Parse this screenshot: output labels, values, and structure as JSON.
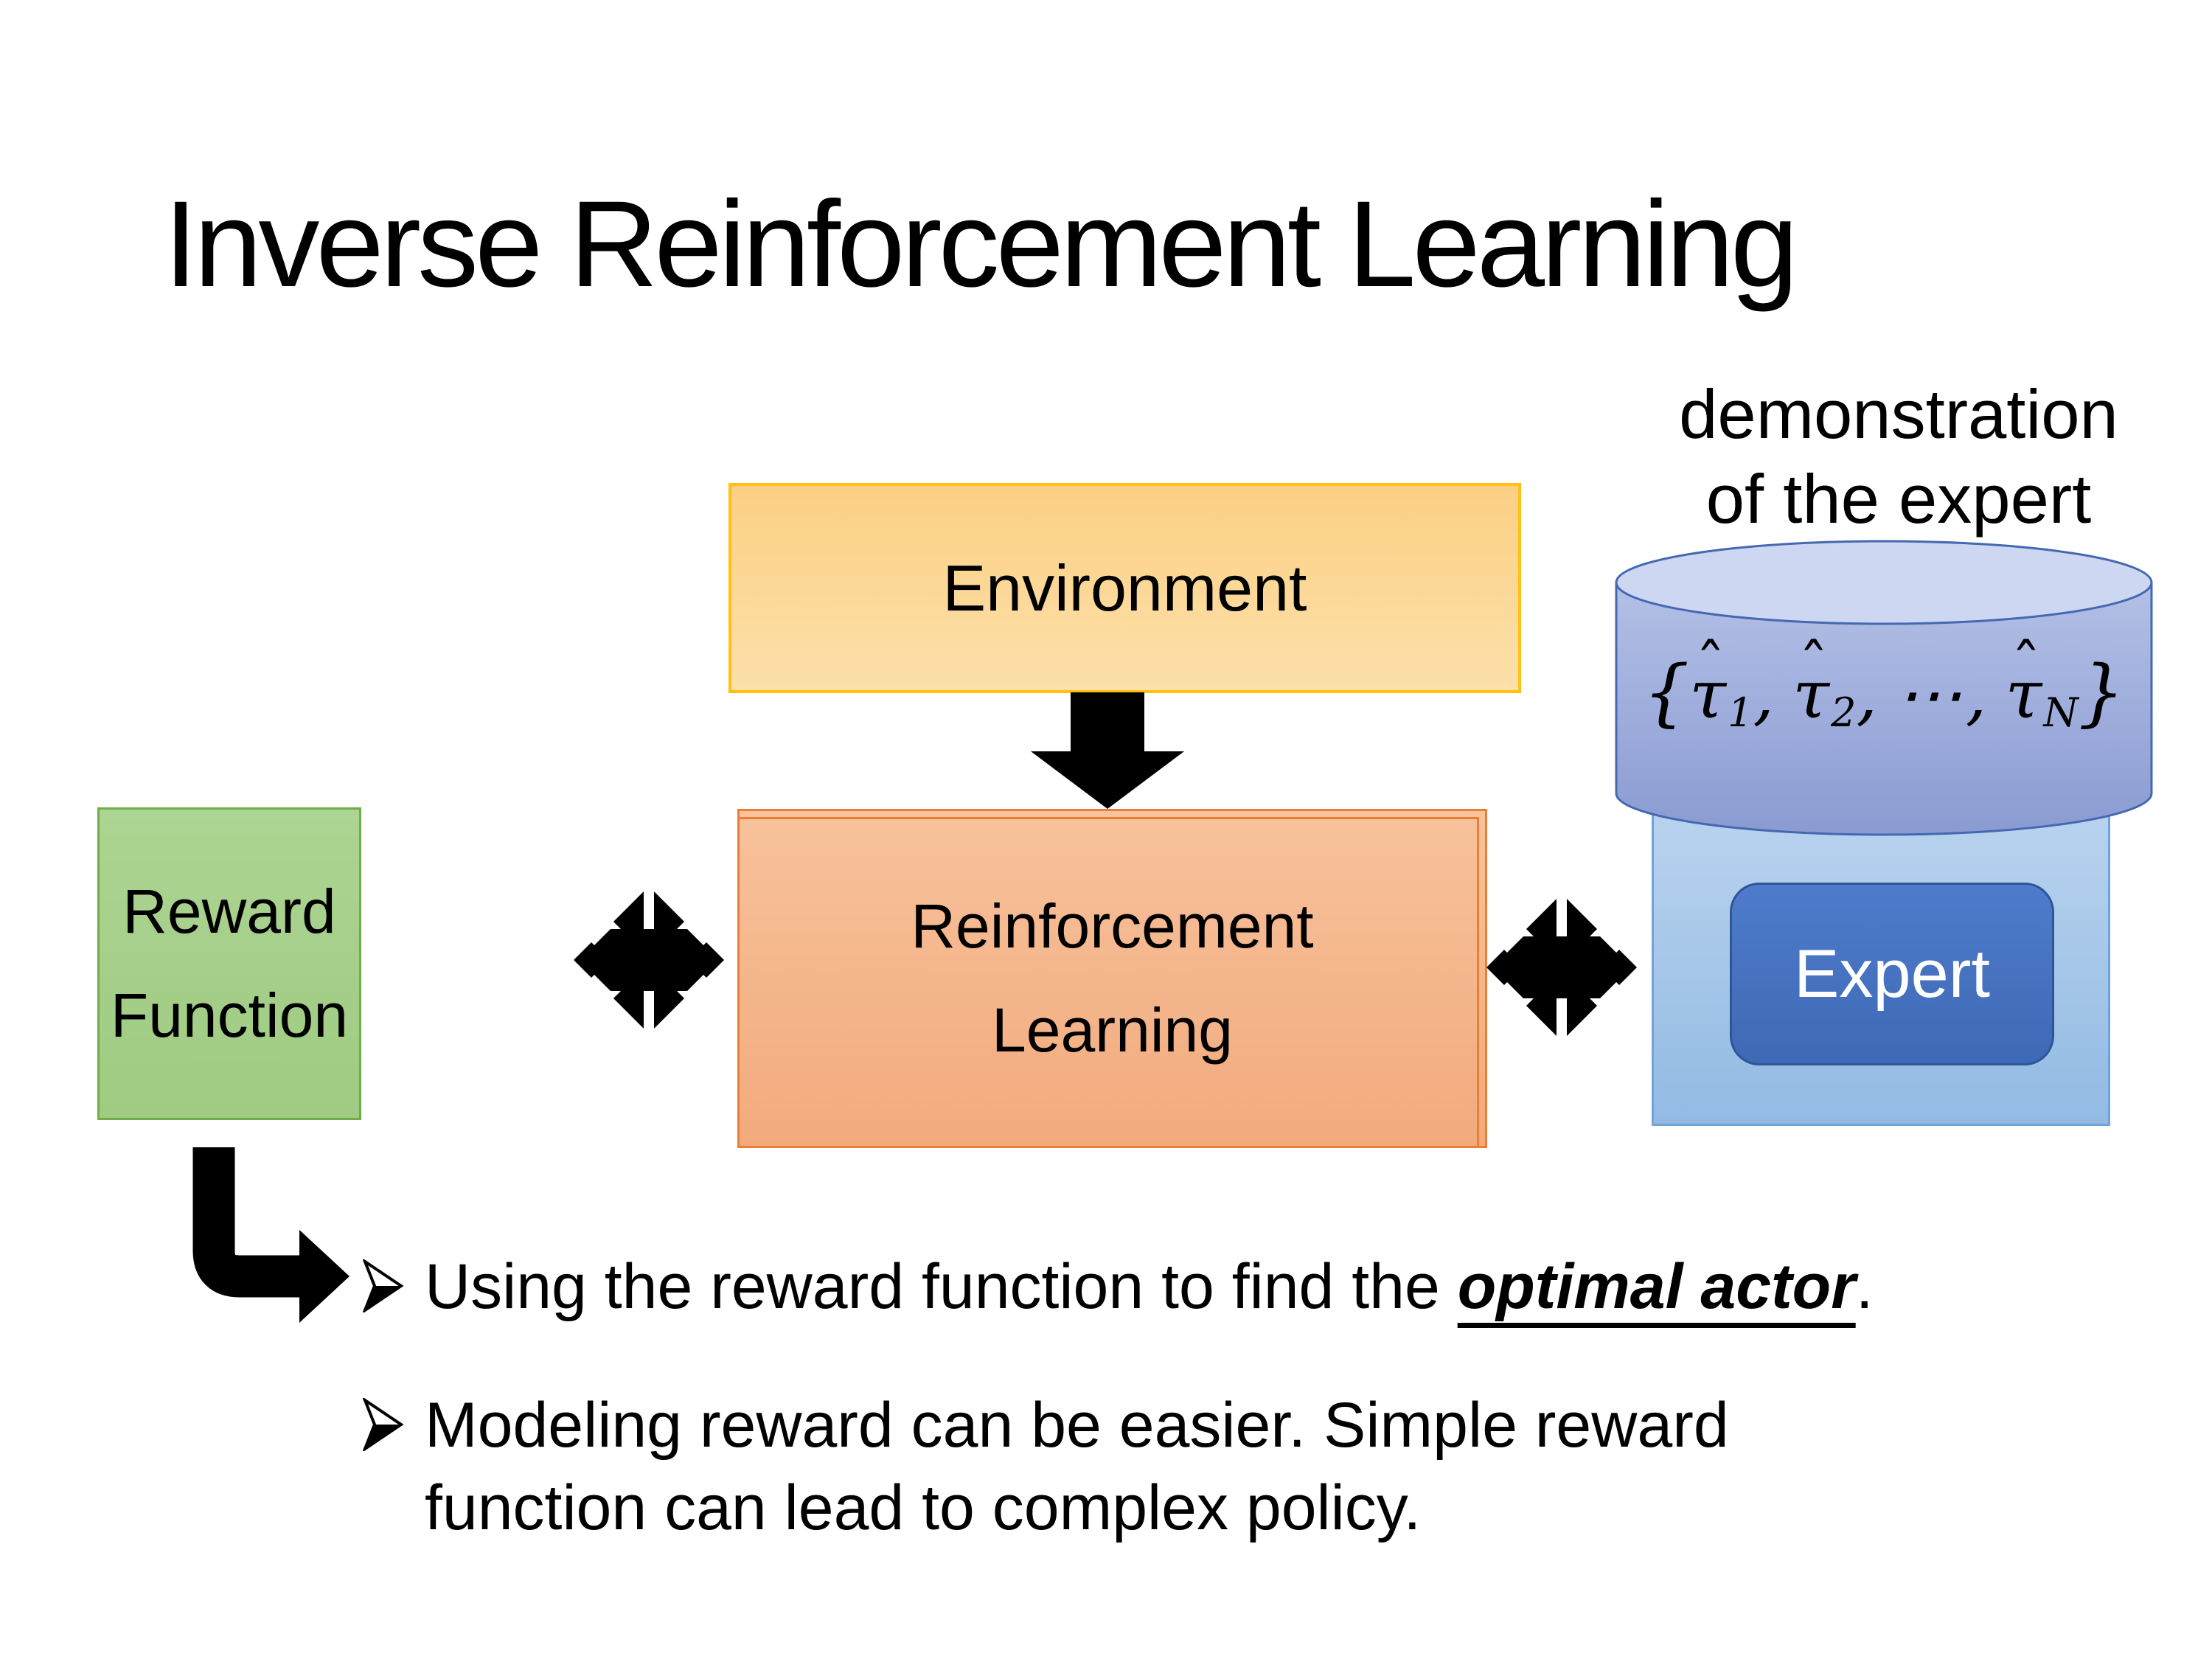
{
  "slide": {
    "title": "Inverse Reinforcement Learning",
    "background_color": "#FFFFFF",
    "text_color": "#000000"
  },
  "demo_label": {
    "line1": "demonstration",
    "line2": "of the expert"
  },
  "boxes": {
    "environment": {
      "label": "Environment",
      "fill_top": "#FBD084",
      "fill_bottom": "#FCE0AA",
      "border": "#FFC113"
    },
    "reward_function": {
      "line1": "Reward",
      "line2": "Function",
      "fill_top": "#ACD492",
      "fill_bottom": "#9FCB82",
      "border": "#70AD47"
    },
    "reinforcement_learning": {
      "line1": "Reinforcement",
      "line2": "Learning",
      "fill_top": "#F7C29C",
      "fill_bottom": "#F2AA7D",
      "border": "#ED7D31"
    },
    "expert_panel": {
      "fill_top": "#BCD5EF",
      "fill_bottom": "#92BAE3",
      "border": "#6FA3DB"
    },
    "expert": {
      "label": "Expert",
      "fill": "#4472C4",
      "border": "#2F5597",
      "text_color": "#FFFFFF"
    }
  },
  "cylinder": {
    "fill_top_ellipse": "#CDD7F1",
    "fill_body_top": "#B3C0E6",
    "fill_body_bottom": "#8A9BD2",
    "stroke": "#4468B2",
    "math": {
      "open": "{",
      "tau": "τ",
      "hat": "ˆ",
      "sub1": "1",
      "comma1": ",",
      "sub2": "2",
      "comma2": ",",
      "dots": "⋯",
      "comma3": ",",
      "subN": "N",
      "close": "}"
    }
  },
  "bullets": {
    "item1": {
      "prefix": "Using the reward function to find the ",
      "emphasis": "optimal actor",
      "suffix": "."
    },
    "item2": {
      "line1": "Modeling reward can be easier. Simple reward",
      "line2": "function can lead to complex policy."
    }
  },
  "arrows": {
    "color": "#000000"
  }
}
